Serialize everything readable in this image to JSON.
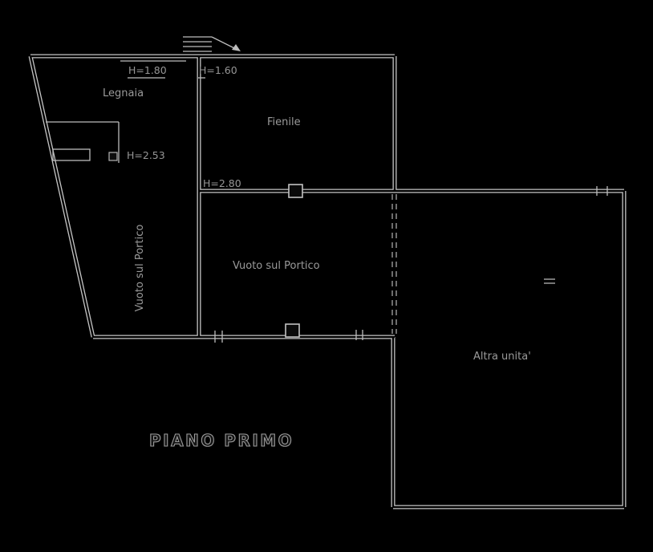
{
  "meta": {
    "drawing_type": "floor-plan",
    "floor_caption": "PIANO PRIMO"
  },
  "colors": {
    "background": "#000000",
    "wall_line": "#c6c6c6",
    "text": "#9a9a9a"
  },
  "labels": {
    "piano_title": "PIANO PRIMO",
    "legnaia": "Legnaia",
    "fienile": "Fienile",
    "vuoto_left": "Vuoto sul Portico",
    "vuoto_center": "Vuoto sul Portico",
    "altra_unita": "Altra unita'",
    "h_legnaia": "H=1.80",
    "h_fienile": "H=1.60",
    "h_253": "H=2.53",
    "h_280": "H=2.80"
  }
}
